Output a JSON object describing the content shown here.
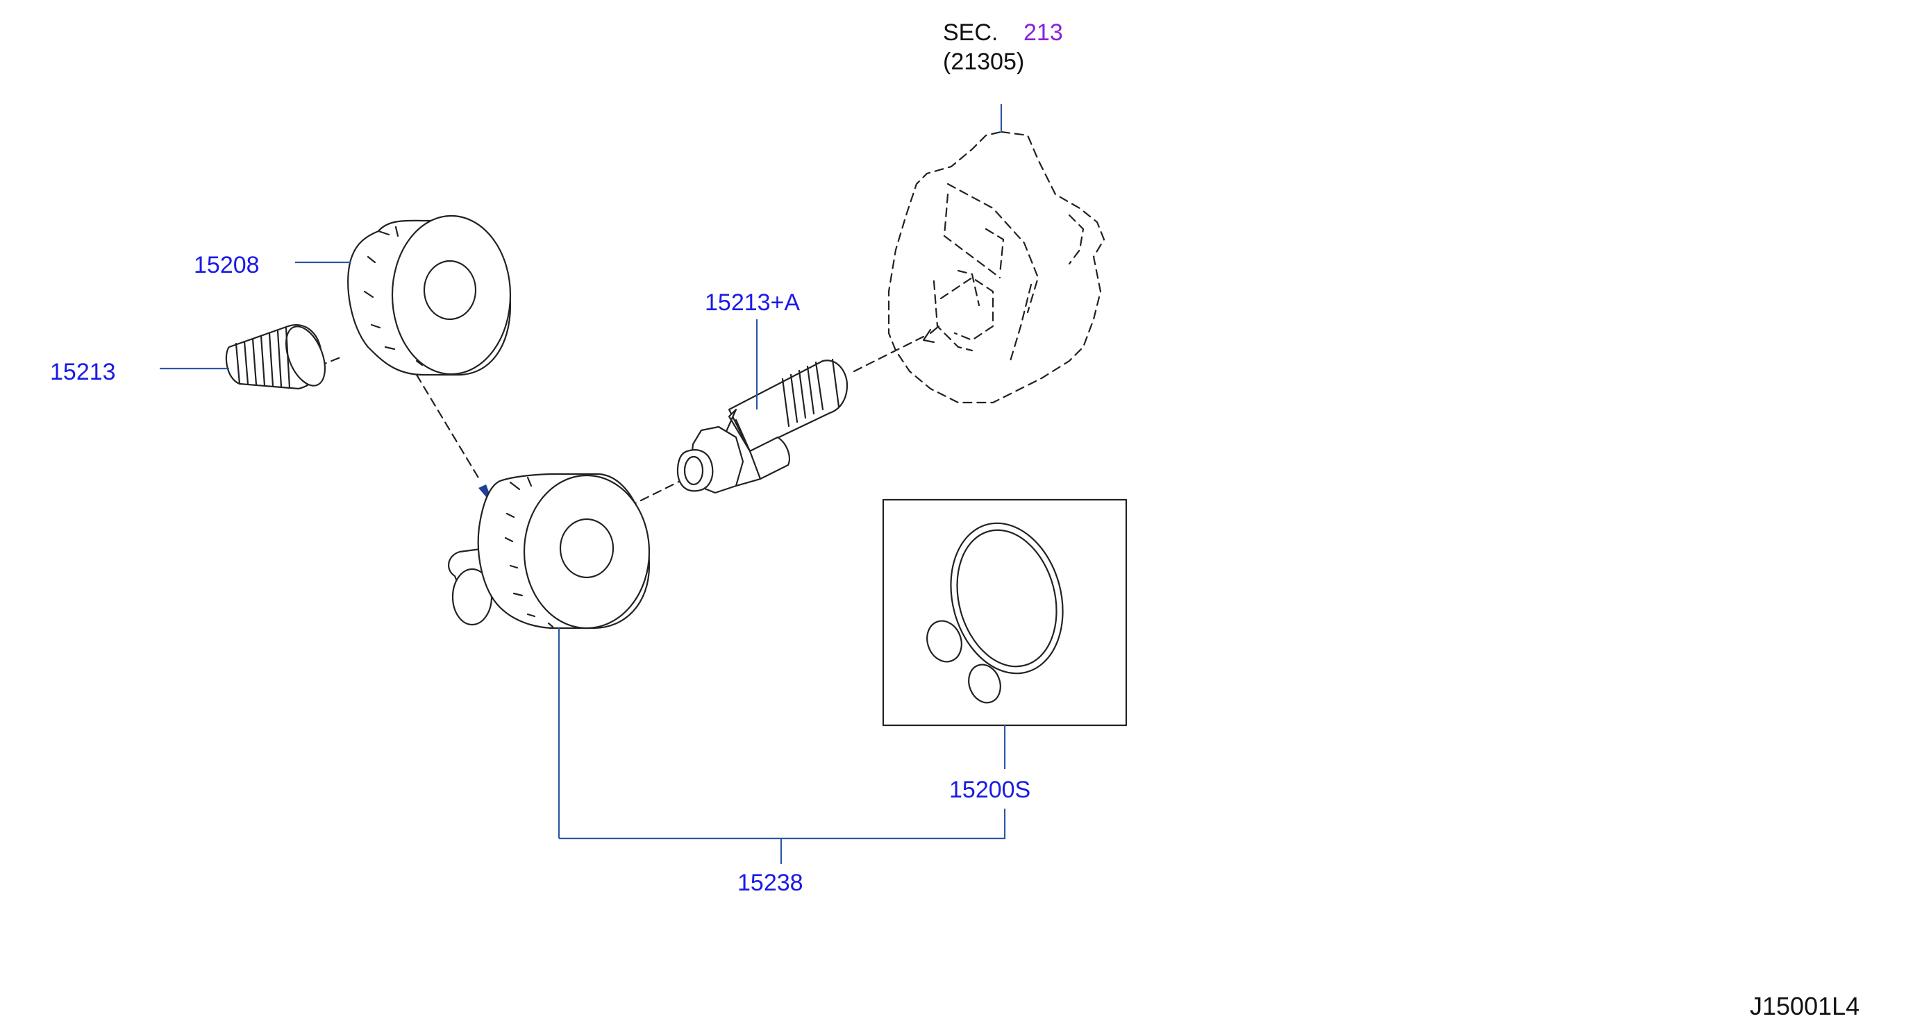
{
  "section": {
    "prefix": "SEC.",
    "number": "213",
    "sub_ref": "(21305)"
  },
  "parts": [
    {
      "id": "p15208",
      "label": "15208"
    },
    {
      "id": "p15213",
      "label": "15213"
    },
    {
      "id": "p15213a",
      "label": "15213+A"
    },
    {
      "id": "p15200s",
      "label": "15200S"
    },
    {
      "id": "p15238",
      "label": "15238"
    }
  ],
  "diagram_code": "J15001L4",
  "colors": {
    "part_label": "#1a1ae6",
    "section_number": "#8a1fd8",
    "leader_line": "#2a58a8",
    "arrow_head": "#1f3f99",
    "drawing_line": "#222222"
  }
}
